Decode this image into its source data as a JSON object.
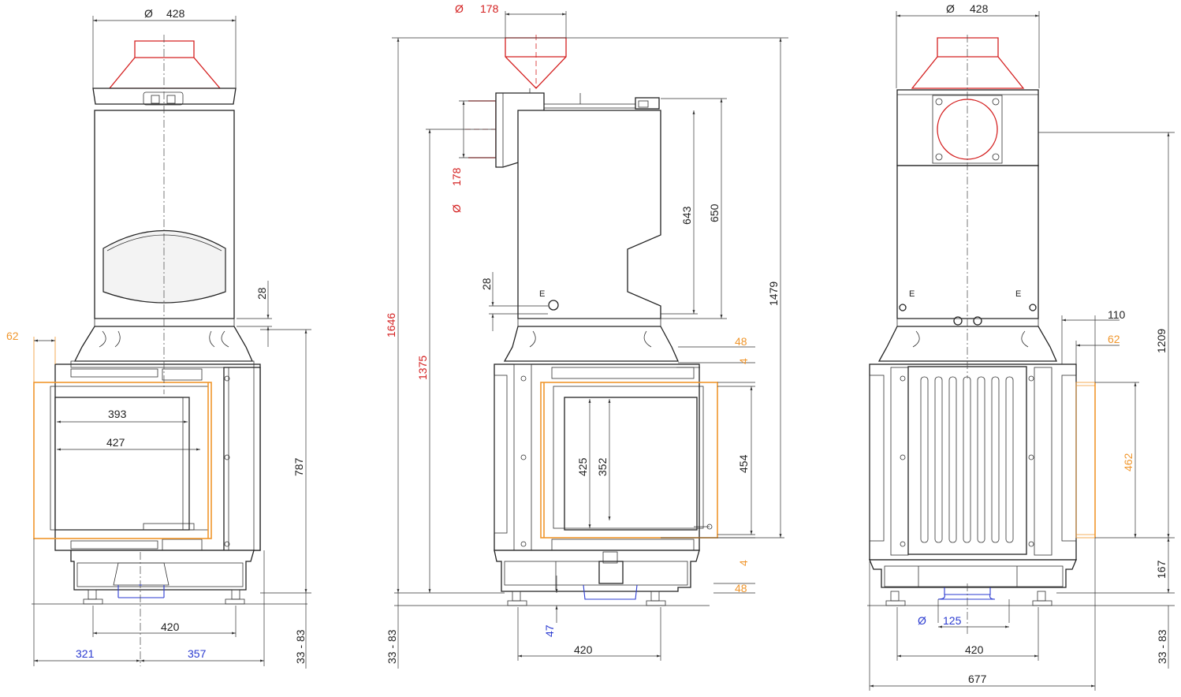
{
  "colors": {
    "outline": "#222222",
    "flue": "#d42020",
    "door": "#f0962c",
    "air_inlet": "#2a3ad0"
  },
  "views": {
    "front": {
      "flue_diameter_symbol": "Ø",
      "flue_diameter": "428",
      "dim_28": "28",
      "dim_62": "62",
      "dim_787": "787",
      "dim_393": "393",
      "dim_427": "427",
      "dim_420": "420",
      "dim_321": "321",
      "dim_357": "357",
      "dim_33_83": "33 - 83"
    },
    "side": {
      "outlet_symbol": "Ø",
      "outlet_top": "178",
      "outlet_side": "178",
      "dim_1646": "1646",
      "dim_1375": "1375",
      "dim_1479": "1479",
      "dim_643": "643",
      "dim_650": "650",
      "dim_28": "28",
      "label_e": "E",
      "dim_48_top": "48",
      "dim_4_top": "4",
      "dim_454": "454",
      "dim_425": "425",
      "dim_352": "352",
      "dim_4_bottom": "4",
      "dim_48_bottom": "48",
      "dim_47": "47",
      "dim_420": "420",
      "dim_33_83": "33 - 83"
    },
    "rear": {
      "flue_diameter_symbol": "Ø",
      "flue_diameter": "428",
      "label_e_left": "E",
      "label_e_right": "E",
      "dim_1209": "1209",
      "dim_110": "110",
      "dim_62": "62",
      "dim_462": "462",
      "dim_167": "167",
      "inlet_symbol": "Ø",
      "inlet_diameter": "125",
      "dim_420": "420",
      "dim_677": "677",
      "dim_33_83": "33 - 83"
    }
  }
}
